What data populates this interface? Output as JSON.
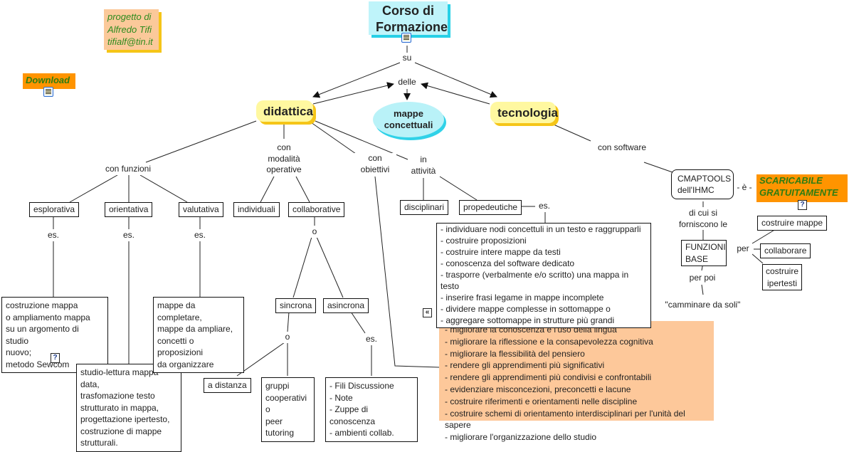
{
  "title": "Corso di Formazione",
  "credit": [
    "progetto di",
    "Alfredo Tifi",
    "tifialf@tin.it"
  ],
  "download": "Download",
  "colors": {
    "title_bg": "#bff4fa",
    "concept_bg": "#fff8a0",
    "shadow_yellow": "#f5c518",
    "orange": "#ff9400",
    "green_text": "#2e8b1e",
    "peach": "#fdc89a"
  },
  "icons": {
    "title_doc": "document-icon",
    "download_doc": "document-icon",
    "help": "help-icon",
    "back": "back-double-icon"
  },
  "main": {
    "su": "su",
    "delle": "delle",
    "didattica": "didattica",
    "tecnologia": "tecnologia",
    "mappe": [
      "mappe",
      "concettuali"
    ]
  },
  "didattica": {
    "con_funzioni": "con funzioni",
    "funzioni": [
      "esplorativa",
      "orientativa",
      "valutativa"
    ],
    "es": "es.",
    "esplorativa_es": [
      "costruzione mappa",
      "o ampliamento mappa",
      "su un argomento di studio",
      "nuovo;",
      "metodo Sewcom"
    ],
    "orientativa_es": [
      "studio-lettura mappa data,",
      "trasfomazione testo",
      "strutturato in mappa,",
      "progettazione ipertesto,",
      "costruzione di mappe",
      "strutturali."
    ],
    "valutativa_es": [
      "mappe da completare,",
      "mappe da ampliare,",
      "concetti o proposizioni",
      "da organizzare"
    ],
    "modalita": [
      "con",
      "modalità",
      "operative"
    ],
    "individuali": "individuali",
    "collaborative": "collaborative",
    "o": "o",
    "sincrona": "sincrona",
    "asincrona": "asincrona",
    "a_distanza": "a distanza",
    "gruppi": [
      "gruppi",
      "cooperativi",
      "o",
      "peer tutoring"
    ],
    "asincrona_es": [
      "- Fili Discussione",
      "- Note",
      "- Zuppe di conoscenza",
      "- ambienti collab."
    ],
    "obiettivi_label": [
      "con",
      "obiettivi"
    ],
    "obiettivi": [
      "- migliorare la conoscenza e l'uso della lingua",
      "- migliorare la riflessione e la consapevolezza cognitiva",
      "- migliorare la flessibilità del pensiero",
      "- rendere gli apprendimenti più significativi",
      "- rendere gli apprendimenti più condivisi e confrontabili",
      "- evidenziare misconcezioni, preconcetti e lacune",
      "- costruire riferimenti e orientamenti nelle discipline",
      "- costruire schemi di orientamento interdisciplinari per l'unità del sapere",
      "- migliorare l'organizzazione dello studio"
    ],
    "attivita_label": [
      "in",
      "attività"
    ],
    "disciplinari": "disciplinari",
    "propedeutiche": "propedeutiche",
    "propedeutiche_es": [
      "- individuare nodi concettuli in un testo e raggrupparli",
      "- costruire proposizioni",
      "- costruire intere mappe da testi",
      "- conoscenza del software dedicato",
      "- trasporre (verbalmente e/o scritto) una mappa in testo",
      "- inserire frasi legame in mappe incomplete",
      "- dividere mappe complesse in sottomappe o",
      "- aggregare sottomappe in strutture più grandi"
    ]
  },
  "tecnologia": {
    "con_software": "con software",
    "cmaptools": [
      "CMAPTOOLS",
      "dell'IHMC"
    ],
    "e": "- è -",
    "scaricabile": [
      "SCARICABILE",
      "GRATUITAMENTE"
    ],
    "di_cui": [
      "di cui si",
      "forniscono le"
    ],
    "funzioni_base": [
      "FUNZIONI",
      "BASE"
    ],
    "per": "per",
    "per_items": [
      "costruire mappe",
      "collaborare",
      "costruire ipertesti"
    ],
    "per_poi": "per poi",
    "camminare": "\"camminare da soli\""
  }
}
